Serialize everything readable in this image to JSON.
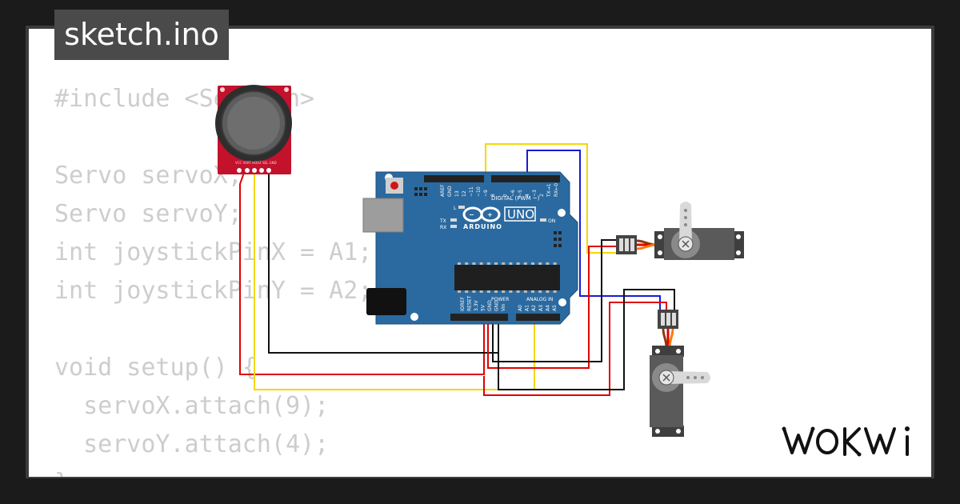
{
  "file_tab": {
    "label": "sketch.ino"
  },
  "code_lines": [
    "#include <Servo.h>",
    "",
    "Servo servoX;",
    "Servo servoY;",
    "int joystickPinX = A1;",
    "int joystickPinY = A2;",
    "",
    "void setup() {",
    "  servoX.attach(9);",
    "  servoY.attach(4);",
    "}"
  ],
  "board": {
    "brand": "ARDUINO",
    "model": "UNO",
    "digital_label": "DIGITAL (PWM ~)",
    "power_label": "POWER",
    "analog_label": "ANALOG IN",
    "top_pins": [
      "AREF",
      "GND",
      "13",
      "12",
      "~11",
      "~10",
      "~9",
      "8",
      "7",
      "~6",
      "~5",
      "4",
      "~3",
      "2",
      "TX→1",
      "RX←0"
    ],
    "power_pins": [
      "IOREF",
      "RESET",
      "3.3V",
      "5V",
      "GND",
      "GND",
      "Vin"
    ],
    "analog_pins": [
      "A0",
      "A1",
      "A2",
      "A3",
      "A4",
      "A5"
    ],
    "led_labels": {
      "l": "L",
      "tx": "TX",
      "rx": "RX",
      "on": "ON"
    }
  },
  "wire_colors": {
    "red": "#e00000",
    "yellow": "#f5d800",
    "black": "#111111",
    "blue": "#1a1ad6",
    "orange": "#ff7a00",
    "brown": "#8b3a0e"
  },
  "colors": {
    "board": "#2b6aa0",
    "joystick_pcb": "#c2122c",
    "servo_body": "#5a5a5a",
    "card": "#3c3c3c",
    "background": "#1b1b1b"
  },
  "logo": {
    "text": "WOKWi"
  }
}
